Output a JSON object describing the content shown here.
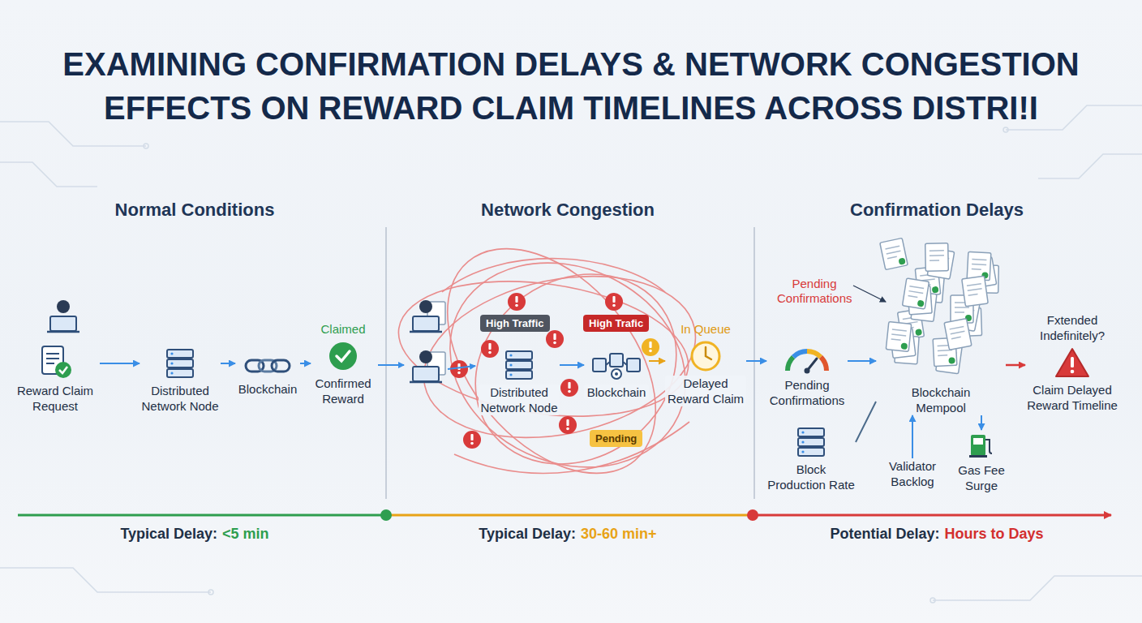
{
  "diagram": {
    "title": "EXAMINING CONFIRMATION DELAYS & NETWORK CONGESTION EFFECTS ON REWARD CLAIM TIMELINES ACROSS DISTRI!I",
    "nodes": [
      {
        "text": [
          "Reward Claim Request"
        ]
      },
      {
        "text": [
          "Distributed Network Node"
        ]
      },
      {
        "text": [
          "Blockchain"
        ]
      },
      {
        "text": [
          "Claimed",
          "Confirmed Reward"
        ]
      },
      {
        "text": [
          "High Traffic"
        ]
      },
      {
        "text": [
          "Distributed Network Node"
        ]
      },
      {
        "text": [
          "High Trafic"
        ]
      },
      {
        "text": [
          "Blockchain"
        ]
      },
      {
        "text": [
          "Pending"
        ]
      },
      {
        "text": [
          "In Queue",
          "Delayed Reward Claim"
        ]
      },
      {
        "text": [
          "Pending Confirmations"
        ]
      },
      {
        "text": [
          "Blockchain Mempool"
        ]
      },
      {
        "text": [
          "Block Production Rate"
        ]
      },
      {
        "text": [
          "Validator Backlog"
        ]
      },
      {
        "text": [
          "Gas Fee Surge"
        ]
      },
      {
        "text": [
          "Fxtended Indefinitely?",
          "Claim Delayed Reward Timeline"
        ]
      }
    ],
    "edges": [
      {
        "from": 0,
        "to": 1,
        "arrow": "to"
      },
      {
        "from": 1,
        "to": 2,
        "arrow": "to"
      },
      {
        "from": 2,
        "to": 3,
        "arrow": "to"
      },
      {
        "from": 5,
        "to": 7,
        "arrow": "to"
      },
      {
        "from": 7,
        "to": 9,
        "arrow": "to"
      },
      {
        "from": 9,
        "to": 10,
        "arrow": "to"
      },
      {
        "from": 10,
        "to": 11,
        "arrow": "to"
      },
      {
        "from": 12,
        "to": 11,
        "arrow": "none"
      },
      {
        "from": 13,
        "to": 11,
        "arrow": "to"
      },
      {
        "from": 11,
        "to": 14,
        "arrow": "to"
      },
      {
        "from": 11,
        "to": 15,
        "arrow": "to"
      }
    ],
    "labels": [
      "Normal Conditions",
      "Network Congestion",
      "Confirmation Delays",
      "Pending Confirmations",
      "Typical Delay:",
      "<5 min",
      "Typical Delay:",
      "30-60 min+",
      "Potential Delay:",
      "Hours to Days"
    ]
  }
}
